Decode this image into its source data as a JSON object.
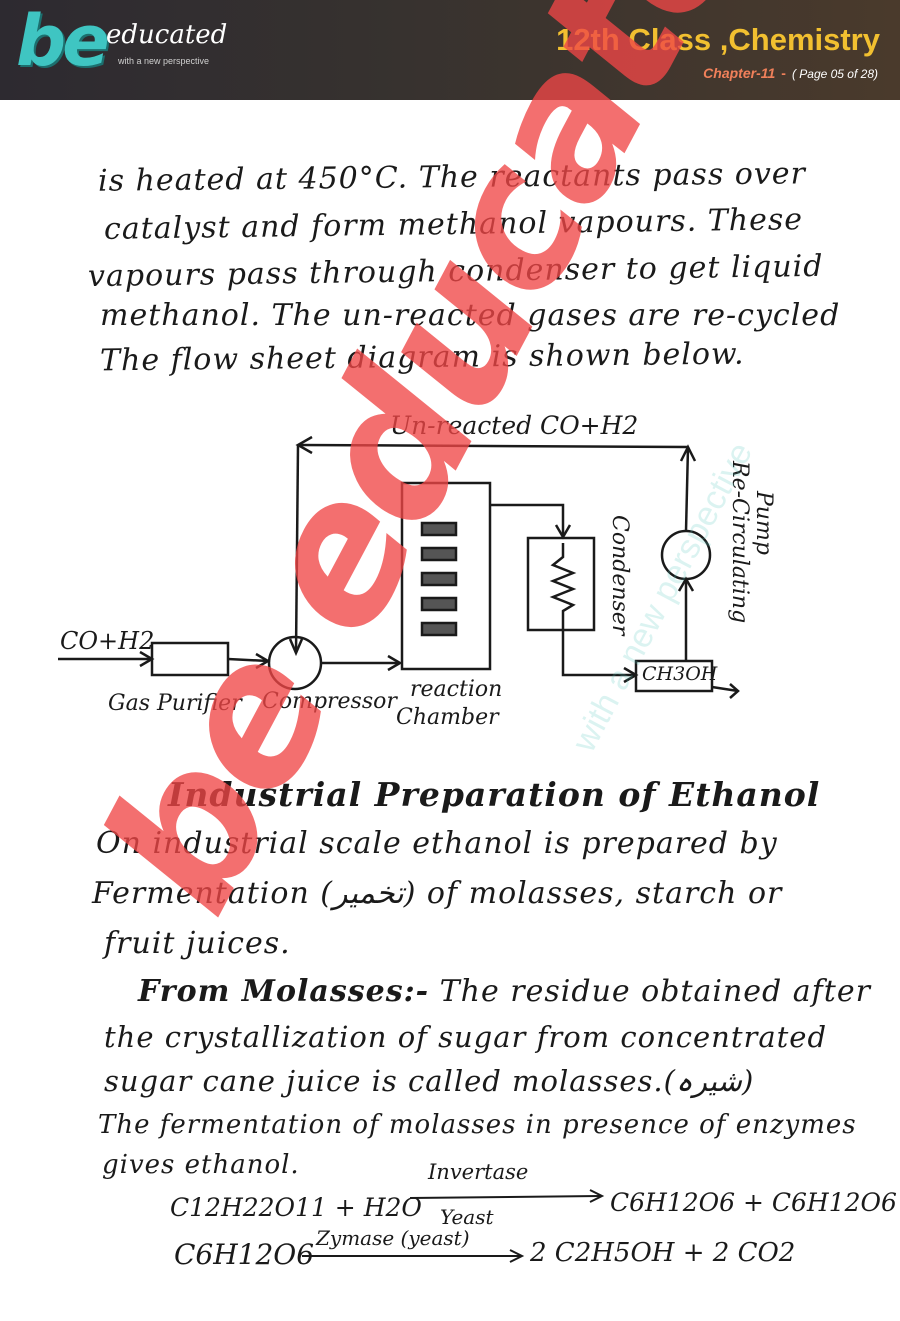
{
  "header": {
    "logo_be": "be",
    "logo_educated": "educated",
    "logo_tagline": "with a new perspective",
    "title": "12th Class ,Chemistry",
    "chapter": "Chapter-11",
    "dash": "-",
    "page": "( Page 05 of 28)"
  },
  "body": {
    "lines": [
      "is heated at 450°C. The reactants pass over",
      "catalyst and form methanol vapours. These",
      "vapours pass through condenser to get liquid",
      "methanol. The un-reacted gases are re-cycled",
      "The flow sheet diagram is shown below."
    ]
  },
  "diagram": {
    "recycle_label": "Un-reacted CO+H2",
    "feed_label": "CO+H2",
    "gas_purifier": "Gas Purifier",
    "compressor": "Compressor",
    "reaction_chamber_1": "reaction",
    "reaction_chamber_2": "Chamber",
    "condenser": "Condenser",
    "pump_1": "Re-Circulating",
    "pump_2": "Pump",
    "product": "CH3OH"
  },
  "ethanol": {
    "heading": "Industrial Preparation of Ethanol",
    "intro_lines": [
      "On industrial scale ethanol is prepared by",
      "Fermentation (تخمیر) of molasses, starch or",
      "fruit juices."
    ],
    "molasses_label": "From Molasses:-",
    "molasses_first": "The residue obtained after",
    "molasses_lines": [
      "the crystallization of sugar from concentrated",
      "sugar cane juice is called molasses.(شیرہ)",
      "The fermentation of molasses in presence of enzymes",
      "gives ethanol."
    ],
    "equation1": {
      "left": "C12H22O11 + H2O",
      "above": "Invertase",
      "below": "Yeast",
      "right": "C6H12O6 + C6H12O6"
    },
    "equation2": {
      "left": "C6H12O6",
      "above": "Zymase (yeast)",
      "right": "2 C2H5OH + 2 CO2"
    }
  },
  "watermark": {
    "text": "be educated",
    "tagline": "with a new perspective"
  }
}
